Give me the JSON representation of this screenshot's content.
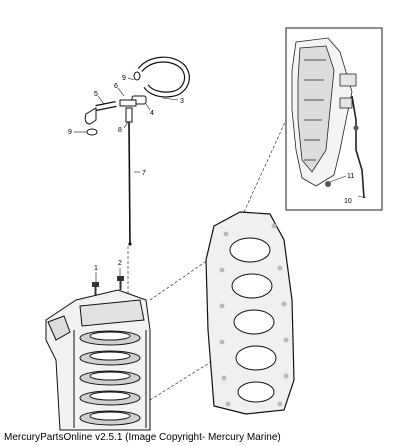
{
  "footer": {
    "text": "MercuryPartsOnline v2.5.1 (Image Copyright- Mercury Marine)"
  },
  "callouts": {
    "c1": "1",
    "c2": "2",
    "c3": "3",
    "c4": "4",
    "c5": "5",
    "c6": "6",
    "c7": "7",
    "c8": "8",
    "c9a": "9",
    "c9b": "9",
    "c10": "10",
    "c11": "11"
  },
  "colors": {
    "line": "#111111",
    "part_fill": "#ffffff",
    "shade": "#888888"
  }
}
